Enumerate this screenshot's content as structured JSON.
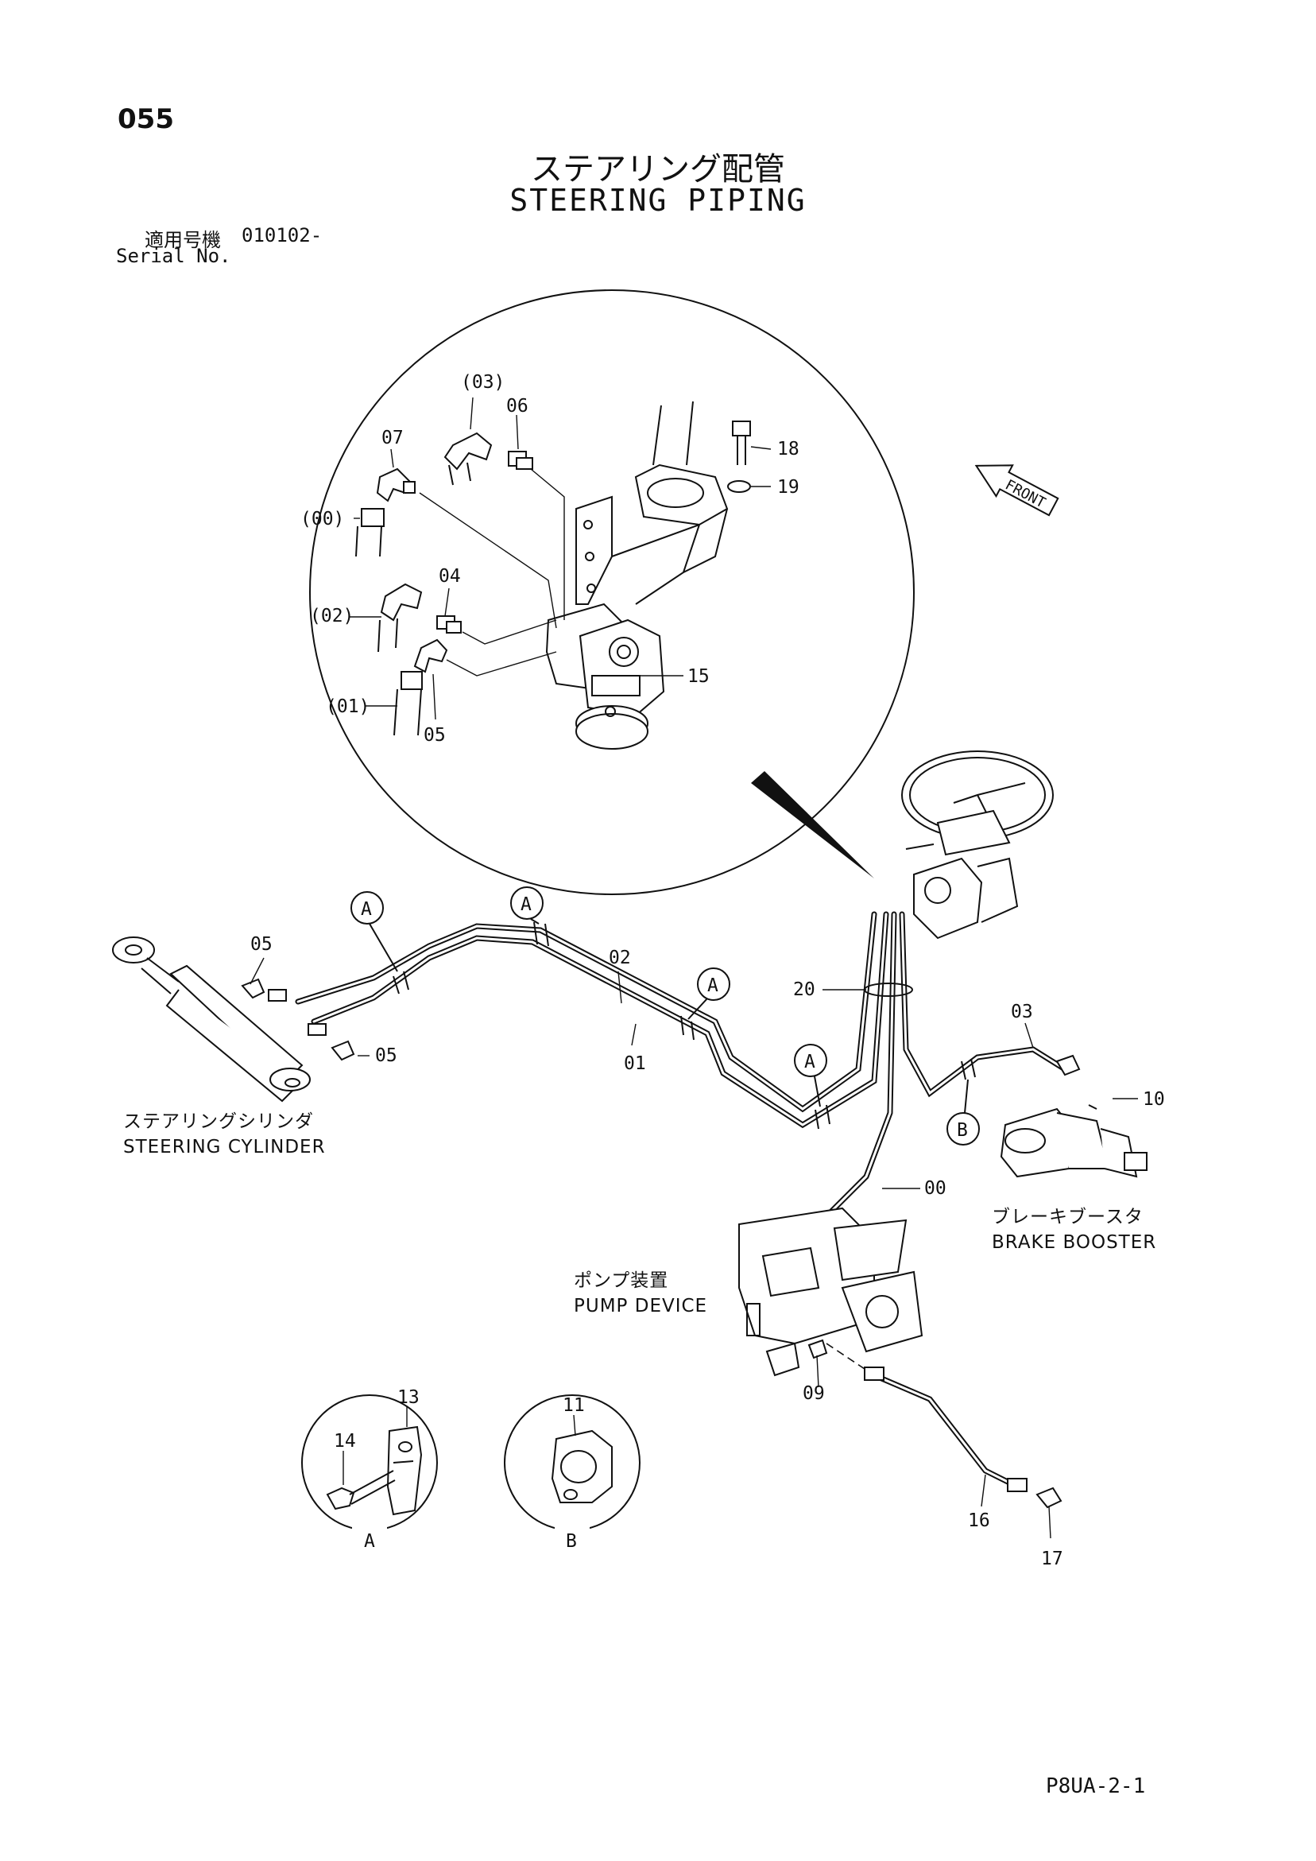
{
  "header": {
    "page_number": "055",
    "title_ja": "ステアリング配管",
    "title_en": "STEERING PIPING",
    "serial_label_ja": "適用号機",
    "serial_value": "010102-",
    "serial_label_en": "Serial No."
  },
  "front_label": "FRONT",
  "detail_labels": {
    "p03": "(03)",
    "p06": "06",
    "p07": "07",
    "p18": "18",
    "p19": "19",
    "p00": "(00)",
    "p04": "04",
    "p02": "(02)",
    "p15": "15",
    "p01": "(01)",
    "p05": "05"
  },
  "callouts": {
    "A": "A",
    "B": "B"
  },
  "main_labels": {
    "c05a": "05",
    "c05b": "05",
    "c02": "02",
    "c01": "01",
    "c20": "20",
    "c03": "03",
    "c10": "10",
    "c00": "00",
    "c09": "09",
    "c16": "16",
    "c17": "17",
    "c13": "13",
    "c14": "14",
    "c11": "11"
  },
  "captions": {
    "steering_cylinder_ja": "ステアリングシリンダ",
    "steering_cylinder_en": "STEERING CYLINDER",
    "brake_booster_ja": "ブレーキブースタ",
    "brake_booster_en": "BRAKE BOOSTER",
    "pump_device_ja": "ポンプ装置",
    "pump_device_en": "PUMP DEVICE"
  },
  "inset_labels": {
    "a": "A",
    "b": "B"
  },
  "footer": {
    "doc_code": "P8UA-2-1"
  }
}
